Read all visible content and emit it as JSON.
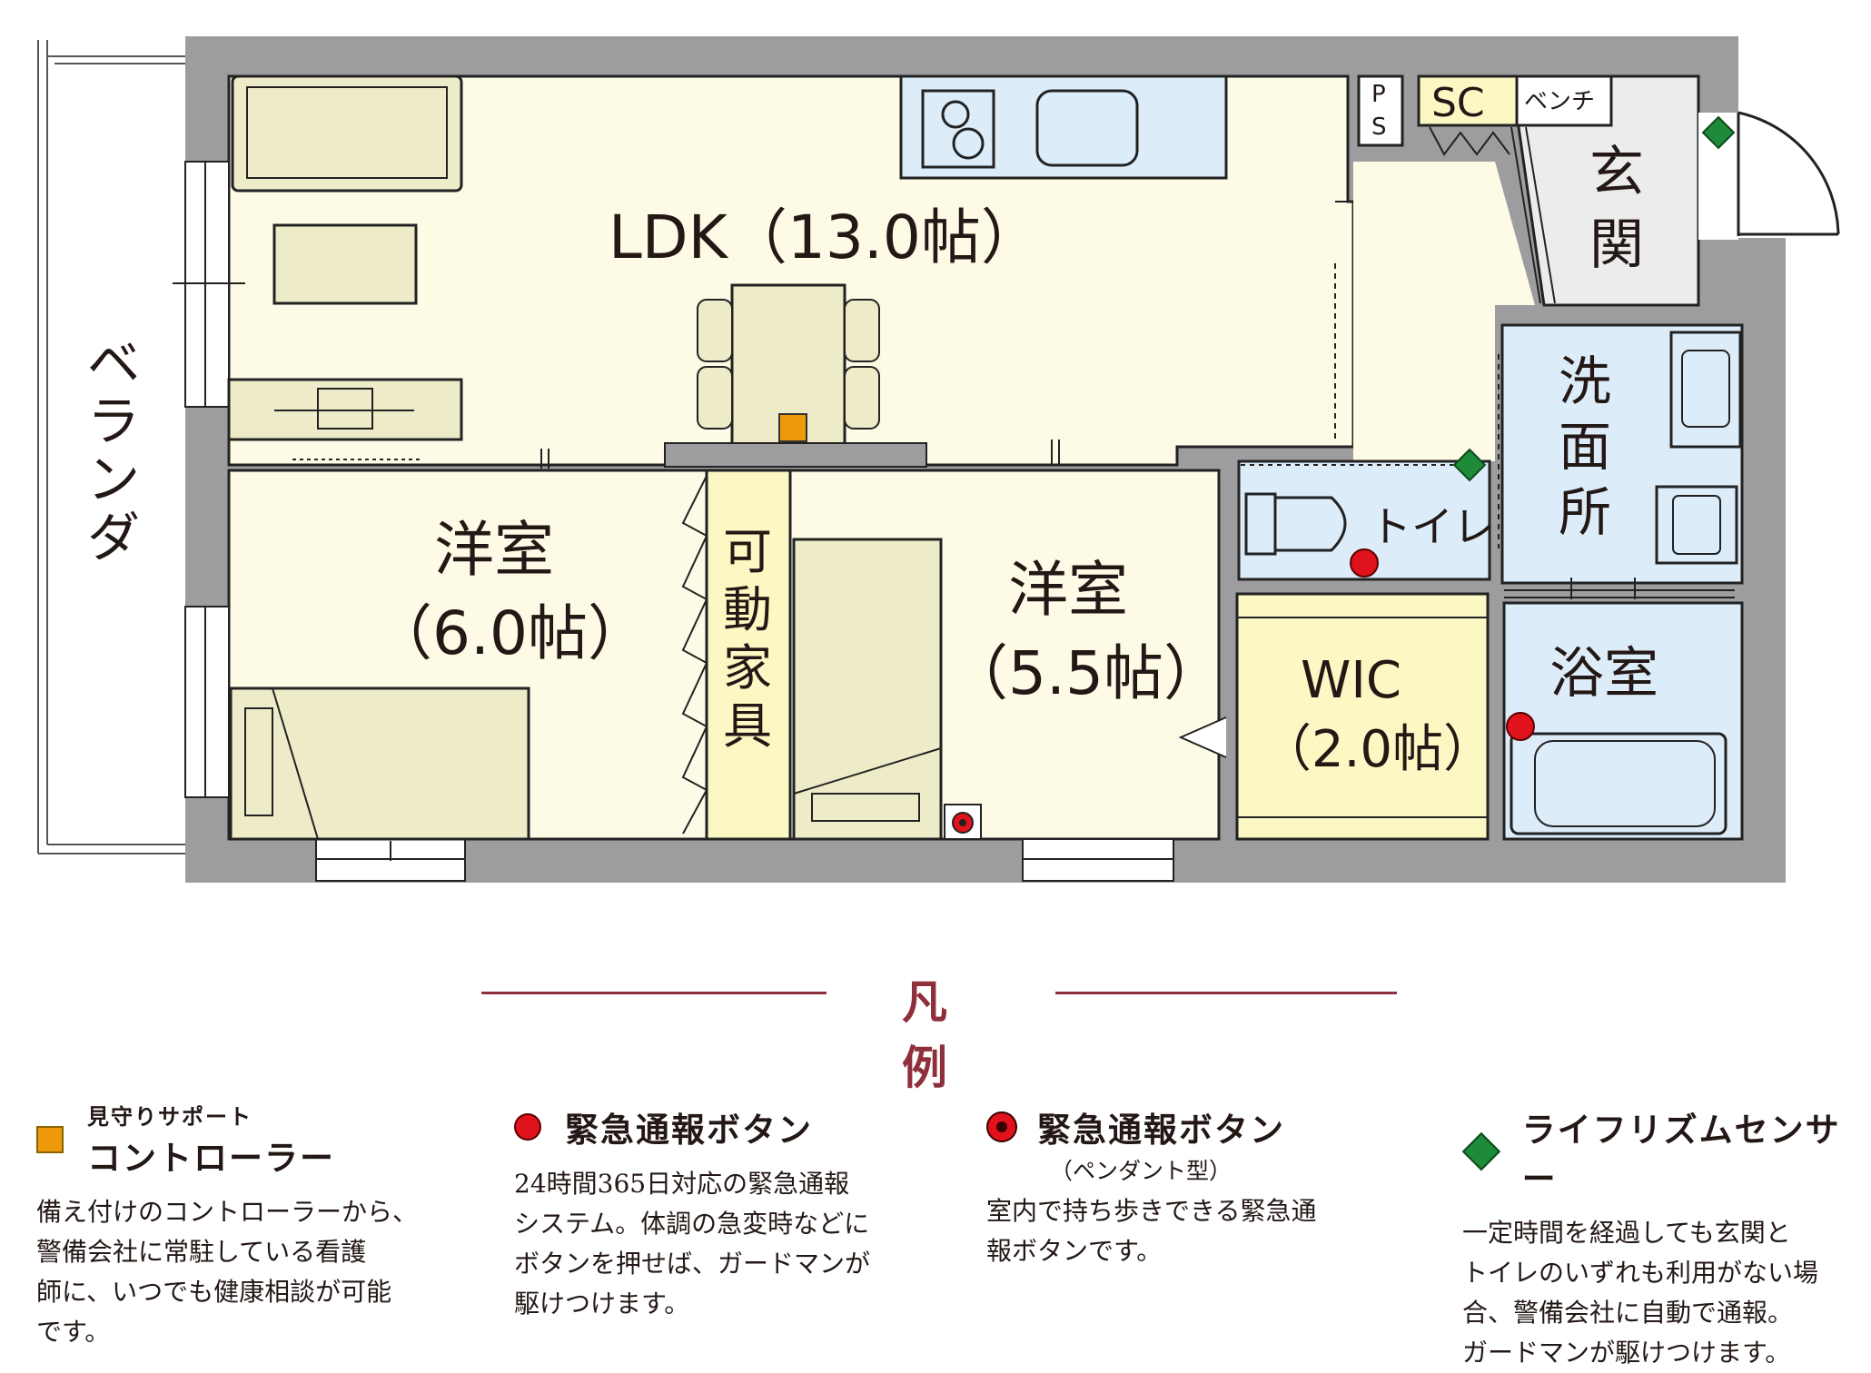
{
  "floorplan": {
    "rooms": {
      "ldk": "LDK（13.0帖）",
      "western1_name": "洋室",
      "western1_size": "（6.0帖）",
      "western2_name": "洋室",
      "western2_size": "（5.5帖）",
      "wic_name": "WIC",
      "wic_size": "（2.0帖）",
      "movable_furniture": [
        "可",
        "動",
        "家",
        "具"
      ],
      "toilet": "トイレ",
      "washroom": [
        "洗",
        "面",
        "所"
      ],
      "bathroom": "浴室",
      "entrance": [
        "玄",
        "関"
      ],
      "veranda": [
        "ベ",
        "ラ",
        "ン",
        "ダ"
      ],
      "sc": "SC",
      "bench": "ベンチ",
      "ps_top": "P",
      "ps_bottom": "S"
    },
    "colors": {
      "wall": "#9d9d9f",
      "ldk_floor": "#fdfbe6",
      "wet_area": "#dcecf9",
      "wic": "#fbf8c3",
      "furniture": "#eeebc9",
      "entrance": "#ececec"
    }
  },
  "legend": {
    "title": "凡　例",
    "items": [
      {
        "icon": "orange-square-icon",
        "name_small": "見守りサポート",
        "name": "コントローラー",
        "desc": "備え付けのコントローラーから、\n警備会社に常駐している看護\n師に、いつでも健康相談が可能\nです。"
      },
      {
        "icon": "red-dot-icon",
        "name": "緊急通報ボタン",
        "desc": "24時間365日対応の緊急通報\nシステム。体調の急変時などに\nボタンを押せば、ガードマンが\n駆けつけます。"
      },
      {
        "icon": "pendant-button-icon",
        "name": "緊急通報ボタン",
        "name_sub": "（ペンダント型）",
        "desc": "室内で持ち歩きできる緊急通\n報ボタンです。"
      },
      {
        "icon": "green-diamond-icon",
        "name": "ライフリズムセンサー",
        "desc": "一定時間を経過しても玄関と\nトイレのいずれも利用がない場\n合、警備会社に自動で通報。\nガードマンが駆けつけます。"
      }
    ],
    "colors": {
      "title": "#8f2f3c",
      "controller": "#ee9a0b",
      "emergency": "#e0121c",
      "sensor": "#1e8b3a"
    }
  }
}
